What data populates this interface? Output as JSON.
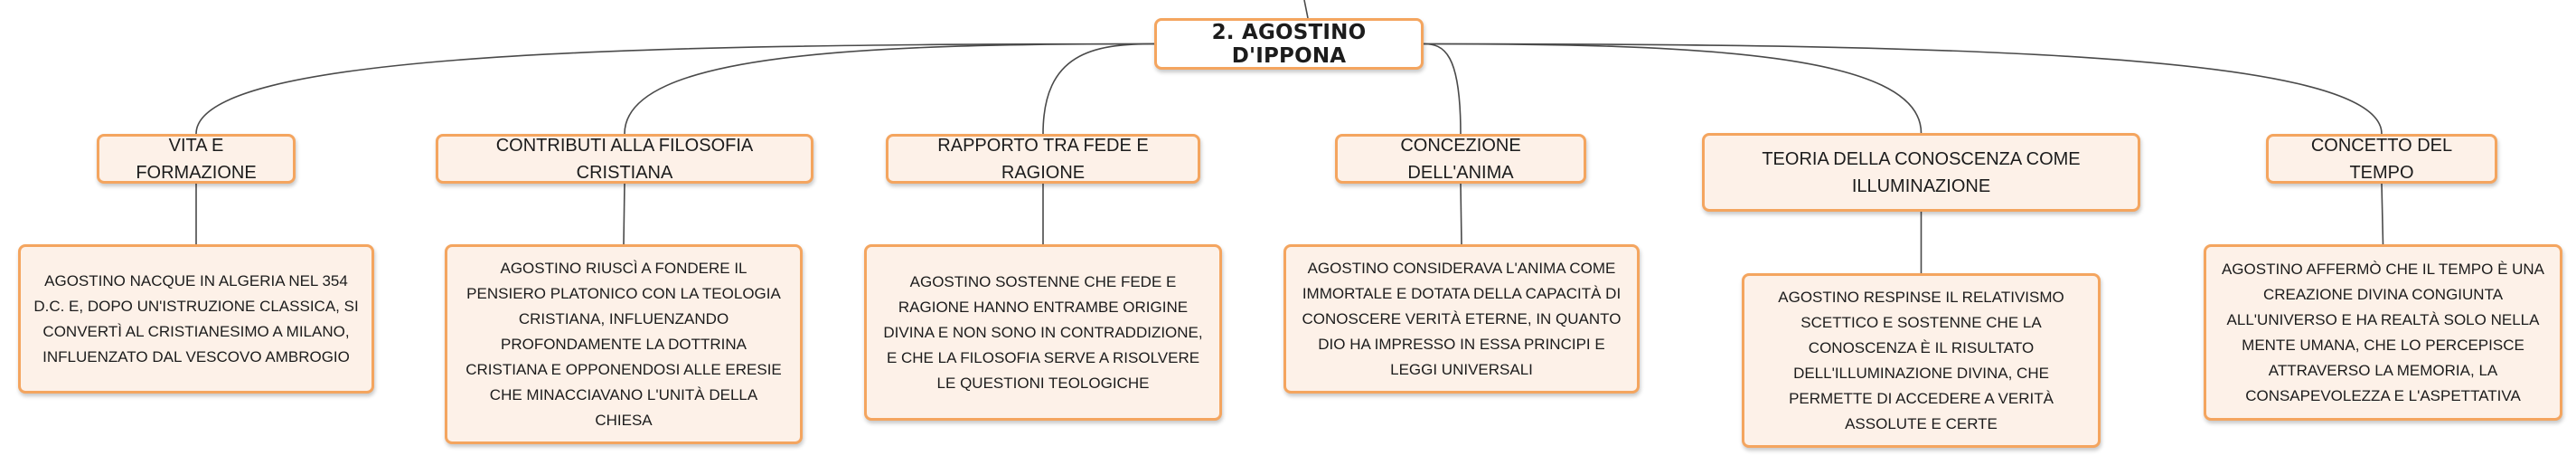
{
  "diagram": {
    "root": {
      "label": "2. AGOSTINO D'IPPONA"
    },
    "branches": [
      {
        "topic": "VITA E FORMAZIONE",
        "detail": "AGOSTINO NACQUE IN ALGERIA NEL 354 D.C. E, DOPO UN'ISTRUZIONE CLASSICA, SI CONVERTÌ AL CRISTIANESIMO A MILANO, INFLUENZATO DAL VESCOVO AMBROGIO"
      },
      {
        "topic": "CONTRIBUTI ALLA FILOSOFIA CRISTIANA",
        "detail": "AGOSTINO RIUSCÌ A FONDERE IL PENSIERO PLATONICO CON LA TEOLOGIA CRISTIANA, INFLUENZANDO PROFONDAMENTE LA DOTTRINA CRISTIANA E OPPONENDOSI ALLE ERESIE CHE MINACCIAVANO L'UNITÀ DELLA CHIESA"
      },
      {
        "topic": "RAPPORTO TRA FEDE E RAGIONE",
        "detail": "AGOSTINO SOSTENNE CHE FEDE E RAGIONE HANNO ENTRAMBE ORIGINE DIVINA E NON SONO IN CONTRADDIZIONE, E CHE LA FILOSOFIA SERVE A RISOLVERE LE QUESTIONI TEOLOGICHE"
      },
      {
        "topic": "CONCEZIONE DELL'ANIMA",
        "detail": "AGOSTINO CONSIDERAVA L'ANIMA COME IMMORTALE E DOTATA DELLA CAPACITÀ DI CONOSCERE VERITÀ ETERNE, IN QUANTO DIO HA IMPRESSO IN ESSA PRINCIPI E LEGGI UNIVERSALI"
      },
      {
        "topic": "TEORIA DELLA CONOSCENZA COME ILLUMINAZIONE",
        "detail": "AGOSTINO RESPINSE IL RELATIVISMO SCETTICO E SOSTENNE CHE LA CONOSCENZA È IL RISULTATO DELL'ILLUMINAZIONE DIVINA, CHE PERMETTE DI ACCEDERE A VERITÀ ASSOLUTE E CERTE"
      },
      {
        "topic": "CONCETTO DEL TEMPO",
        "detail": "AGOSTINO AFFERMÒ CHE IL TEMPO È UNA CREAZIONE DIVINA CONGIUNTA ALL'UNIVERSO E HA REALTÀ SOLO NELLA MENTE UMANA, CHE LO PERCEPISCE ATTRAVERSO LA MEMORIA, LA CONSAPEVOLEZZA E L'ASPETTATIVA"
      }
    ],
    "colors": {
      "border": "#f4a55f",
      "fill": "#fdf1e8",
      "link": "#4a4a4a"
    }
  }
}
